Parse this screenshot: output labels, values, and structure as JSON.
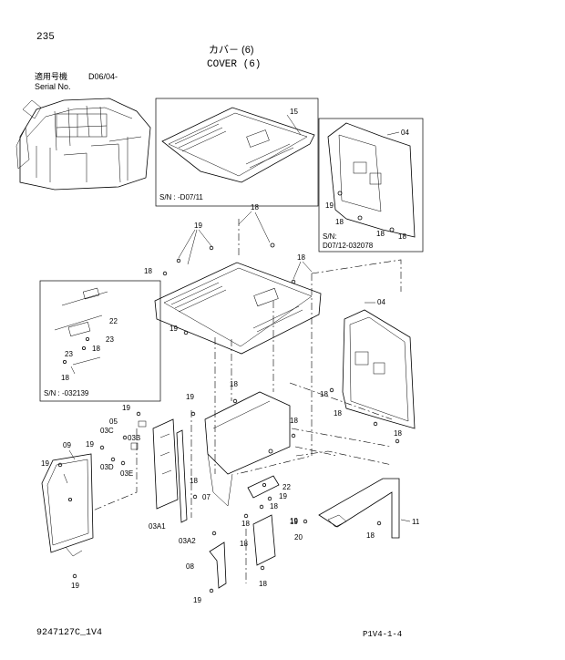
{
  "page": {
    "page_number": "235",
    "title_jp": "カバ－ (6)",
    "title_en": "COVER (6)",
    "serial_label_jp": "適用号機",
    "serial_label_en": "Serial No.",
    "serial_value": "D06/04-",
    "footer_left": "9247127C_1V4",
    "footer_right": "P1V4-1-4"
  },
  "insets": {
    "top_plate_sn": "S/N : -D07/11",
    "side_panel_sn": "S/N:",
    "side_panel_range": "D07/12-032078",
    "bracket_sn": "S/N : -032139"
  },
  "labels": {
    "n15": "15",
    "n04a": "04",
    "n19a": "19",
    "n18a": "18",
    "n18b": "18",
    "n18c": "18",
    "n22a": "22",
    "n23a": "23",
    "n23b": "23",
    "n18d": "18",
    "n18e": "18",
    "n18top": "18",
    "n19t": "19",
    "n18l": "18",
    "n18r": "18",
    "n19m": "19",
    "n04b": "04",
    "n18s1": "18",
    "n18s2": "18",
    "n18s3": "18",
    "n18c1": "18",
    "n19c1": "19",
    "n18c2": "18",
    "n22b": "22",
    "n19c2": "19",
    "n18c3": "18",
    "n18c4": "18",
    "n19c3": "19",
    "n20": "20",
    "n19c4": "19",
    "n18c5": "18",
    "n11": "11",
    "n07": "07",
    "n18c6": "18",
    "n19p1": "19",
    "n05": "05",
    "n03c": "03C",
    "n03b": "03B",
    "n03d": "03D",
    "n03e": "03E",
    "n03a1": "03A1",
    "n03a2": "03A2",
    "n18p": "18",
    "n08": "08",
    "n19b": "19",
    "n09": "09",
    "n19l1": "19",
    "n19l2": "19",
    "n19l3": "19"
  }
}
